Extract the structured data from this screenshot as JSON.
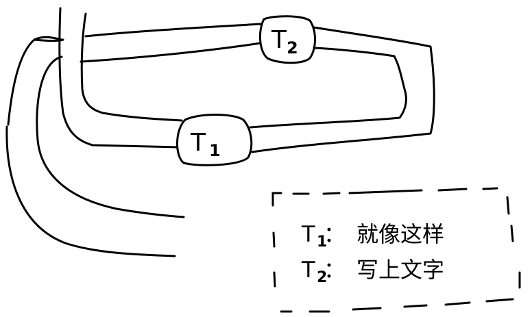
{
  "nodes": {
    "t1": {
      "letter": "T",
      "subscript": "1"
    },
    "t2": {
      "letter": "T",
      "subscript": "2"
    }
  },
  "legend": {
    "items": [
      {
        "letter": "T",
        "subscript": "1",
        "colon": "：",
        "text": "就像这样"
      },
      {
        "letter": "T",
        "subscript": "2",
        "colon": "：",
        "text": "写上文字"
      }
    ]
  },
  "colors": {
    "ink": "#000000",
    "background": "#ffffff"
  }
}
